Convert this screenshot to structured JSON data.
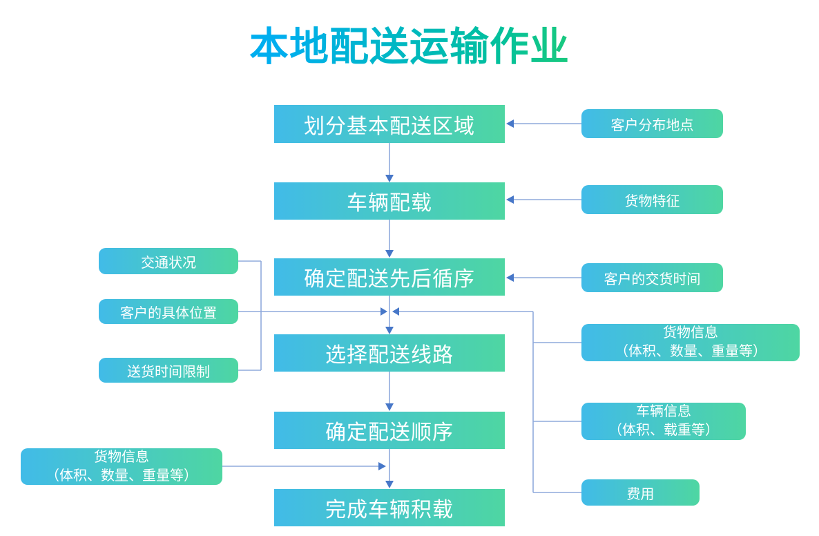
{
  "title": "本地配送运输作业",
  "main_steps": [
    "划分基本配送区域",
    "车辆配载",
    "确定配送先后循序",
    "选择配送线路",
    "确定配送顺序",
    "完成车辆积载"
  ],
  "right_inputs": {
    "customer_locations": "客户分布地点",
    "cargo_characteristics": "货物特征",
    "customer_delivery_time": "客户的交货时间",
    "cargo_info_line1": "货物信息",
    "cargo_info_line2": "（体积、数量、重量等）",
    "vehicle_info_line1": "车辆信息",
    "vehicle_info_line2": "（体积、载重等）",
    "cost": "费用"
  },
  "left_inputs": {
    "traffic_conditions": "交通状况",
    "customer_position": "客户的具体位置",
    "delivery_time_limit": "送货时间限制",
    "cargo_info_line1": "货物信息",
    "cargo_info_line2": "（体积、数量、重量等）"
  },
  "colors": {
    "box_gradient_start": "#41BBE8",
    "box_gradient_end": "#4ED6A2",
    "title_gradient_start": "#00AEEF",
    "title_gradient_end": "#19C97E",
    "connector_line": "#8FAADC",
    "arrowhead": "#4777C8",
    "box_text": "#FFFFFF",
    "background": "#FFFFFF"
  }
}
